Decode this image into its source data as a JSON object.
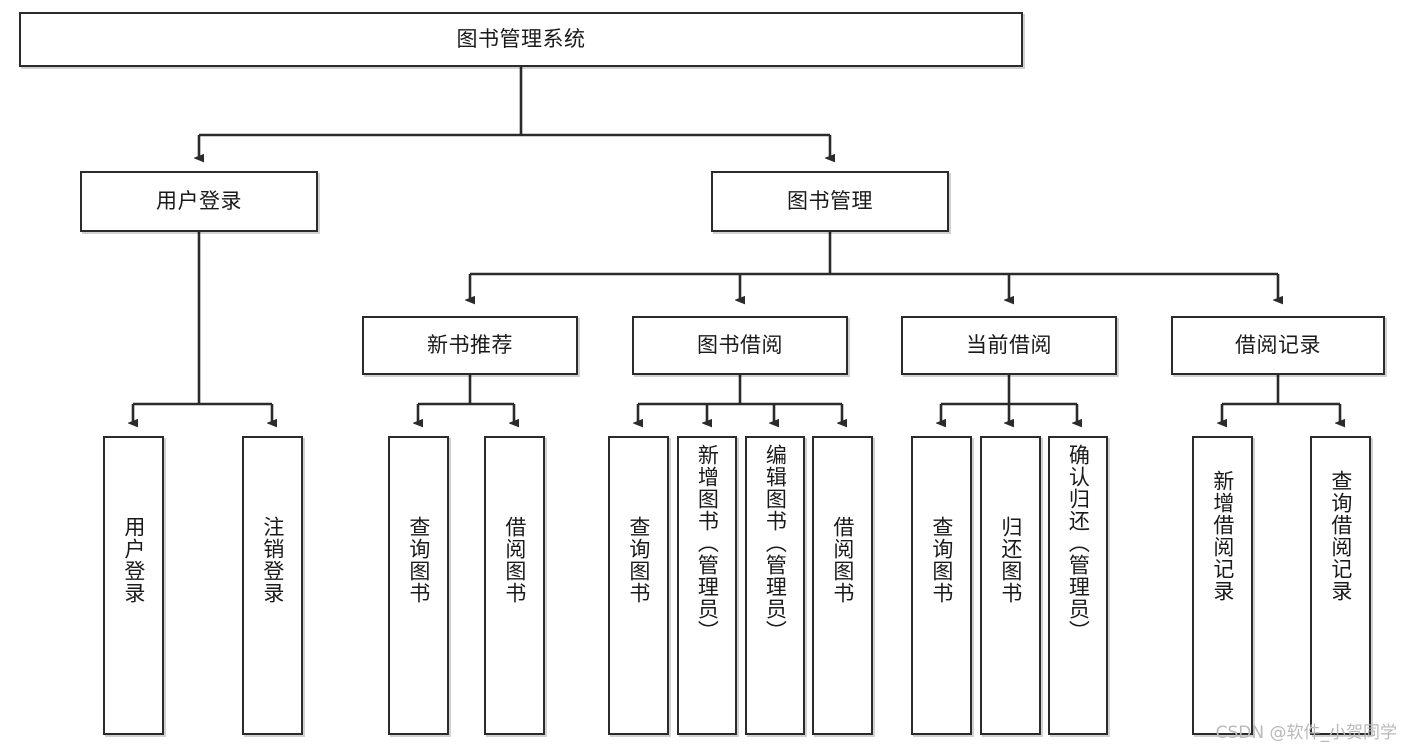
{
  "diagram": {
    "title": "图书管理系统",
    "type": "hierarchy-tree",
    "watermark": "CSDN @软件_小贺同学",
    "colors": {
      "box_border": "#2b2b2b",
      "box_fill": "#ffffff",
      "edge": "#2b2b2b",
      "text": "#1a1a1a",
      "watermark": "#b9b9b9",
      "background": "#ffffff"
    },
    "root": {
      "label": "图书管理系统"
    },
    "level2": [
      {
        "label": "用户登录"
      },
      {
        "label": "图书管理"
      }
    ],
    "level3": [
      {
        "label": "新书推荐"
      },
      {
        "label": "图书借阅"
      },
      {
        "label": "当前借阅"
      },
      {
        "label": "借阅记录"
      }
    ],
    "leaves": {
      "user_login": [
        {
          "label": "用户登录"
        },
        {
          "label": "注销登录"
        }
      ],
      "new_book_recommend": [
        {
          "label": "查询图书"
        },
        {
          "label": "借阅图书"
        }
      ],
      "book_borrow": [
        {
          "label": "查询图书"
        },
        {
          "label": "新增图书（管理员）"
        },
        {
          "label": "编辑图书（管理员）"
        },
        {
          "label": "借阅图书"
        }
      ],
      "current_borrow": [
        {
          "label": "查询图书"
        },
        {
          "label": "归还图书"
        },
        {
          "label": "确认归还（管理员）"
        }
      ],
      "borrow_record": [
        {
          "label": "新增借阅记录"
        },
        {
          "label": "查询借阅记录"
        }
      ]
    }
  }
}
